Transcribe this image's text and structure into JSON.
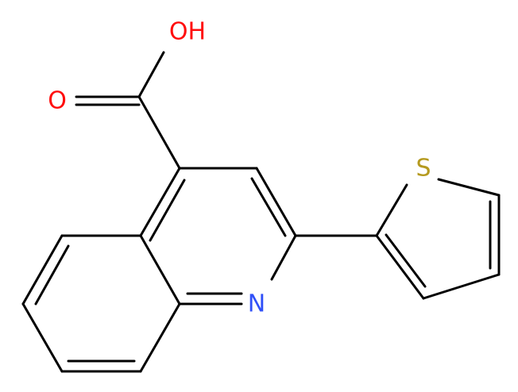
{
  "molecule": {
    "atoms": {
      "oh": {
        "text": "OH",
        "color": "#ff0d0d"
      },
      "o": {
        "text": "O",
        "color": "#ff0d0d"
      },
      "n": {
        "text": "N",
        "color": "#3050f8"
      },
      "s": {
        "text": "S",
        "color": "#b59a1f"
      }
    }
  }
}
